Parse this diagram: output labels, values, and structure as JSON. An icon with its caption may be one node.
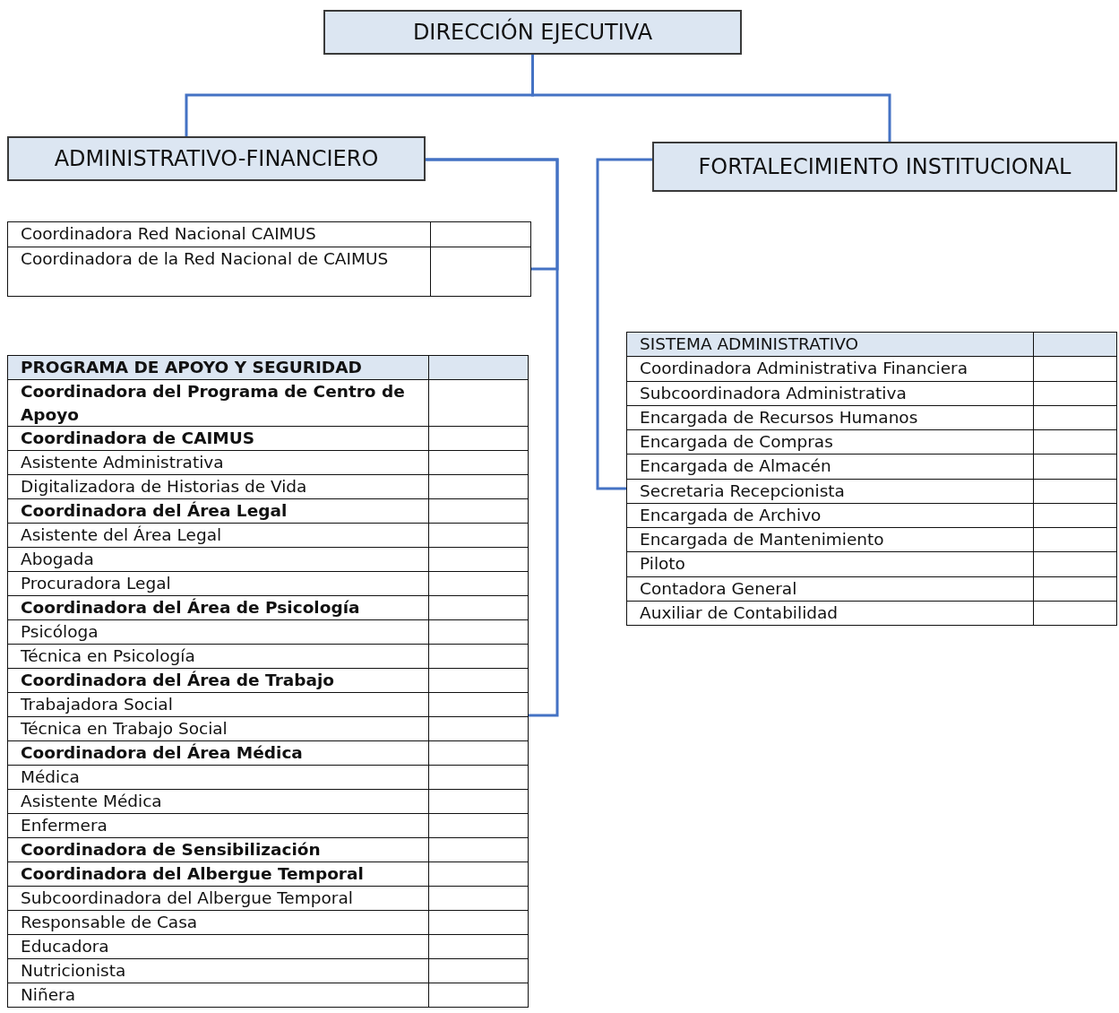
{
  "diagram": {
    "nodes": [
      {
        "text": [
          "DIRECCIÓN EJECUTIVA"
        ]
      },
      {
        "text": [
          "ADMINISTRATIVO-FINANCIERO"
        ]
      },
      {
        "text": [
          "FORTALECIMIENTO INSTITUCIONAL"
        ]
      },
      {
        "text": [
          "Coordinadora Red Nacional CAIMUS",
          "Coordinadora de la Red Nacional de CAIMUS"
        ]
      },
      {
        "text": [
          "**PROGRAMA DE APOYO Y SEGURIDAD**",
          "**Coordinadora del Programa de Centro de Apoyo**",
          "**Coordinadora de CAIMUS**",
          "Asistente Administrativa",
          "Digitalizadora de Historias de Vida",
          "**Coordinadora del Área Legal**",
          "Asistente del Área Legal",
          "Abogada",
          "Procuradora Legal",
          "**Coordinadora del Área de Psicología**",
          "Psicóloga",
          "Técnica en Psicología",
          "**Coordinadora del Área de Trabajo**",
          "Trabajadora Social",
          "Técnica en Trabajo Social",
          "**Coordinadora del Área Médica**",
          "Médica",
          "Asistente Médica",
          "Enfermera",
          "**Coordinadora de Sensibilización**",
          "**Coordinadora del Albergue Temporal**",
          "Subcoordinadora del Albergue Temporal",
          "Responsable de Casa",
          "Educadora",
          "Nutricionista",
          "Niñera"
        ]
      },
      {
        "text": [
          "SISTEMA ADMINISTRATIVO",
          "Coordinadora Administrativa Financiera",
          "Subcoordinadora Administrativa",
          "Encargada de Recursos Humanos",
          "Encargada de Compras",
          "Encargada de Almacén",
          "Secretaria Recepcionista",
          "Encargada de Archivo",
          "Encargada de Mantenimiento",
          "Piloto",
          "Contadora General",
          "Auxiliar de Contabilidad"
        ]
      }
    ],
    "edges": [
      {
        "from": 0,
        "to": 1,
        "arrow": "none"
      },
      {
        "from": 0,
        "to": 2,
        "arrow": "none"
      },
      {
        "from": 1,
        "to": 3,
        "arrow": "none"
      },
      {
        "from": 1,
        "to": 4,
        "arrow": "none"
      },
      {
        "from": 2,
        "to": 5,
        "arrow": "none"
      }
    ]
  }
}
